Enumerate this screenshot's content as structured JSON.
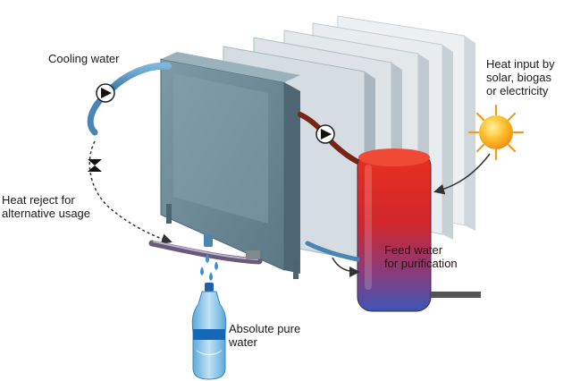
{
  "labels": {
    "cooling_water": "Cooling water",
    "heat_input": [
      "Heat input by",
      "solar, biogas",
      "or electricity"
    ],
    "heat_reject": [
      "Heat reject for",
      "alternative usage"
    ],
    "feed_water": [
      "Feed water",
      "for purification"
    ],
    "pure_water": [
      "Absolute pure",
      "water"
    ]
  },
  "colors": {
    "panel_front": "#6f8c98",
    "panel_light": "#e6ebee",
    "tank_top": "#e02a1c",
    "tank_bottom": "#4a5bb0",
    "pipe_blue": "#5a9bc8",
    "pipe_red": "#8a2a20",
    "sun": "#f6a21a",
    "bottle": "#8ec8e8"
  },
  "icons": [
    "pump-icon",
    "valve-icon",
    "sun-icon",
    "bottle-icon",
    "droplet-icon"
  ]
}
